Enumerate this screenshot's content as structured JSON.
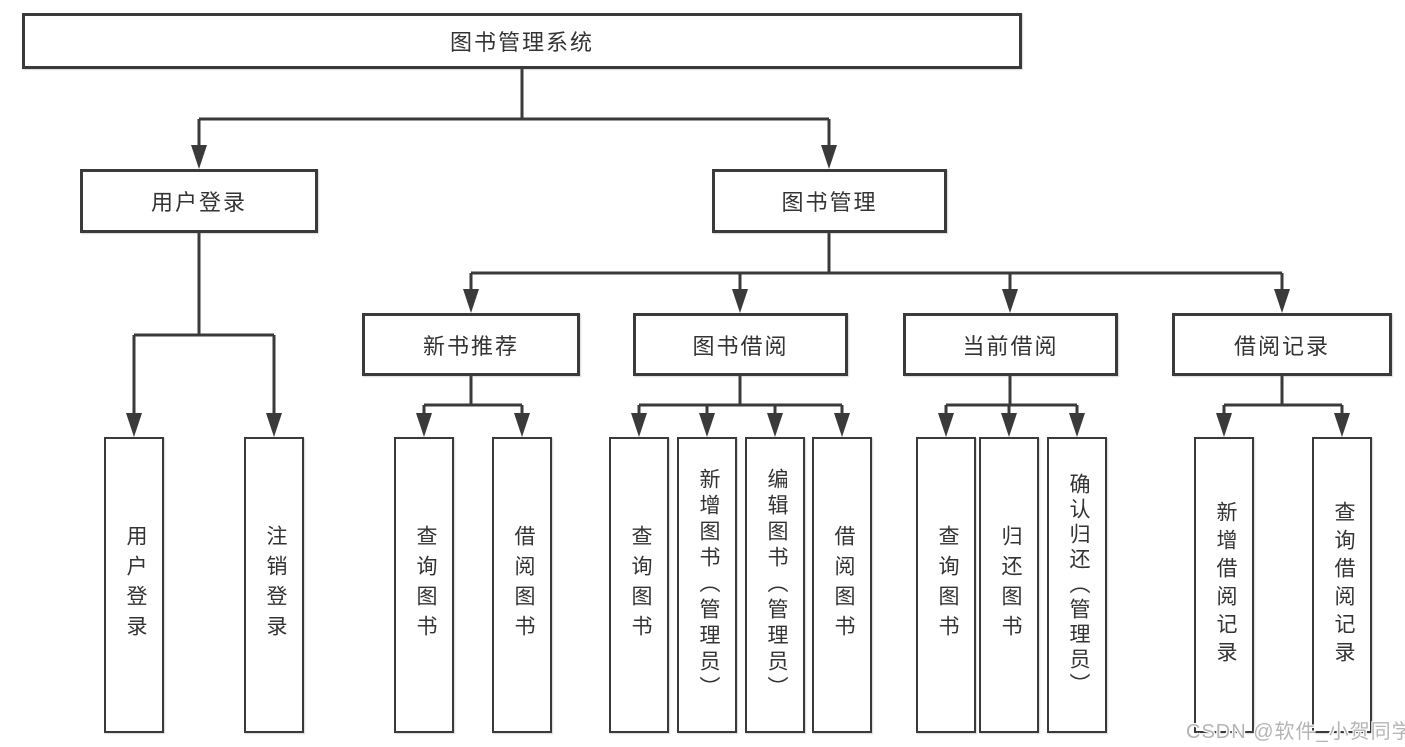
{
  "diagram": {
    "root": {
      "label": "图书管理系统"
    },
    "level2": {
      "user_login": {
        "label": "用户登录"
      },
      "book_mgmt": {
        "label": "图书管理"
      }
    },
    "level3": {
      "new_book_rec": {
        "label": "新书推荐"
      },
      "book_borrow": {
        "label": "图书借阅"
      },
      "current_borrow": {
        "label": "当前借阅"
      },
      "borrow_record": {
        "label": "借阅记录"
      }
    },
    "leaves": {
      "user_login_leaf": {
        "label": "用户登录"
      },
      "logout_leaf": {
        "label": "注销登录"
      },
      "rec_query_book": {
        "label": "查询图书"
      },
      "rec_borrow_book": {
        "label": "借阅图书"
      },
      "bb_query_book": {
        "label": "查询图书"
      },
      "bb_add_book": {
        "label": "新增图书（管理员）"
      },
      "bb_edit_book": {
        "label": "编辑图书（管理员）"
      },
      "bb_borrow_book": {
        "label": "借阅图书"
      },
      "cb_query_book": {
        "label": "查询图书"
      },
      "cb_return_book": {
        "label": "归还图书"
      },
      "cb_confirm_return": {
        "label": "确认归还（管理员）"
      },
      "br_add_record": {
        "label": "新增借阅记录"
      },
      "br_query_record": {
        "label": "查询借阅记录"
      }
    },
    "colors": {
      "line": "#3a3a3a",
      "text": "#333333",
      "background": "#ffffff",
      "watermark": "#b5b5b5"
    },
    "watermark": "CSDN @软件_小贺同学"
  }
}
